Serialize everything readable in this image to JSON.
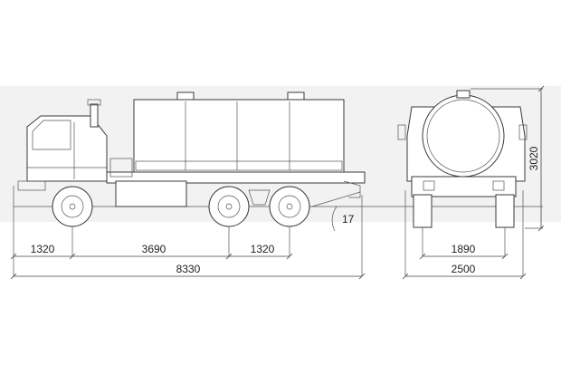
{
  "dimensions": {
    "front_overhang": "1320",
    "wheelbase_main": "3690",
    "bogie_spacing": "1320",
    "overall_length": "8330",
    "rear_axle_track": "1890",
    "overall_width": "2500",
    "overall_height": "3020",
    "departure_angle": "17"
  },
  "icons": {
    "side_view": "truck-side-icon",
    "rear_view": "truck-rear-icon"
  }
}
